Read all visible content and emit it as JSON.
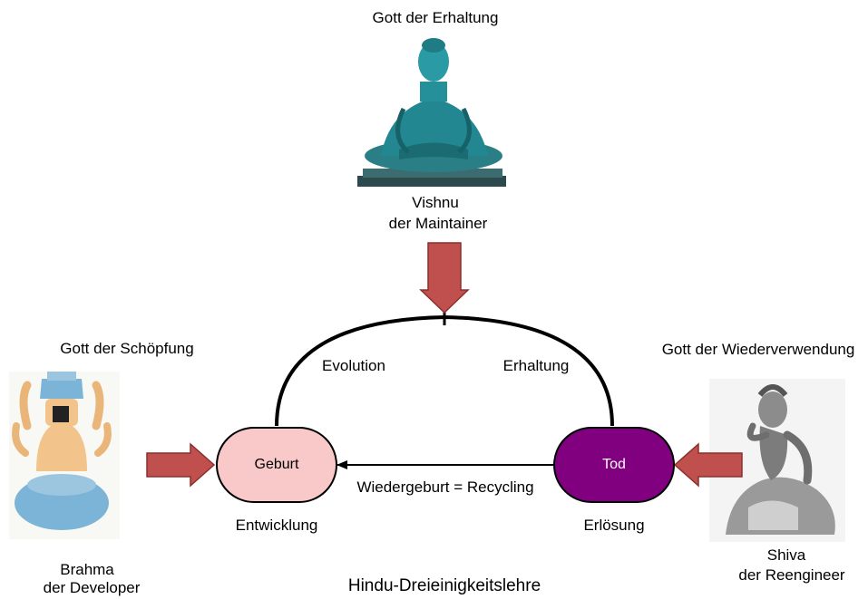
{
  "gods": {
    "vishnu": {
      "role": "Gott der Erhaltung",
      "name": "Vishnu",
      "title": "der Maintainer",
      "image": "meditating-buddha-statue"
    },
    "brahma": {
      "role": "Gott der Schöpfung",
      "name": "Brahma",
      "title": "der Developer",
      "image": "seated-four-armed-figure"
    },
    "shiva": {
      "role": "Gott der Wiederverwendung",
      "name": "Shiva",
      "title": "der Reengineer",
      "image": "contemplating-figure-statue"
    }
  },
  "nodes": {
    "geburt": {
      "label": "Geburt",
      "caption": "Entwicklung",
      "color": "#f9c9c9"
    },
    "tod": {
      "label": "Tod",
      "caption": "Erlösung",
      "color": "#800080"
    }
  },
  "edges": {
    "evolution": "Evolution",
    "erhaltung": "Erhaltung",
    "recycling": "Wiedergeburt = Recycling"
  },
  "arrow_color": "#c0504d",
  "caption": "Hindu-Dreieinigkeitslehre"
}
